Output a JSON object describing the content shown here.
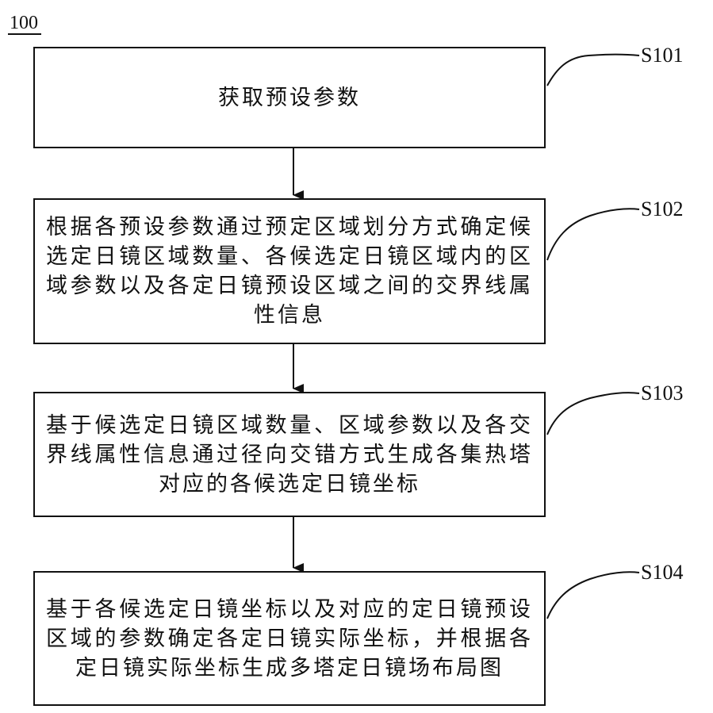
{
  "figure": {
    "label": "100"
  },
  "steps": [
    {
      "id": "S101",
      "text": "获取预设参数"
    },
    {
      "id": "S102",
      "text": "根据各预设参数通过预定区域划分方式确定候选定日镜区域数量、各候选定日镜区域内的区域参数以及各定日镜预设区域之间的交界线属性信息"
    },
    {
      "id": "S103",
      "text": "基于候选定日镜区域数量、区域参数以及各交界线属性信息通过径向交错方式生成各集热塔对应的各候选定日镜坐标"
    },
    {
      "id": "S104",
      "text": "基于各候选定日镜坐标以及对应的定日镜预设区域的参数确定各定日镜实际坐标，并根据各定日镜实际坐标生成多塔定日镜场布局图"
    }
  ]
}
